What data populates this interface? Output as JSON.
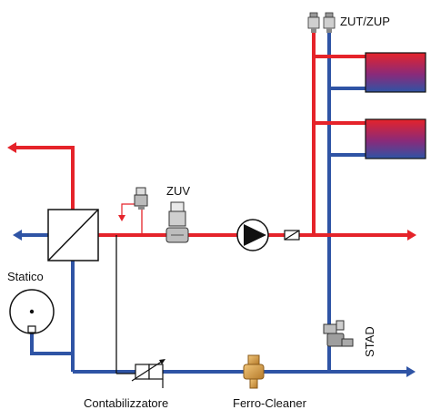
{
  "labels": {
    "zut_zup": "ZUT/ZUP",
    "zuv": "ZUV",
    "statico": "Statico",
    "stad": "STAD",
    "contabilizzatore": "Contabilizzatore",
    "ferro_cleaner": "Ferro-Cleaner"
  },
  "colors": {
    "supply": "#e5232a",
    "return": "#2f54a5",
    "outline": "#111111"
  }
}
